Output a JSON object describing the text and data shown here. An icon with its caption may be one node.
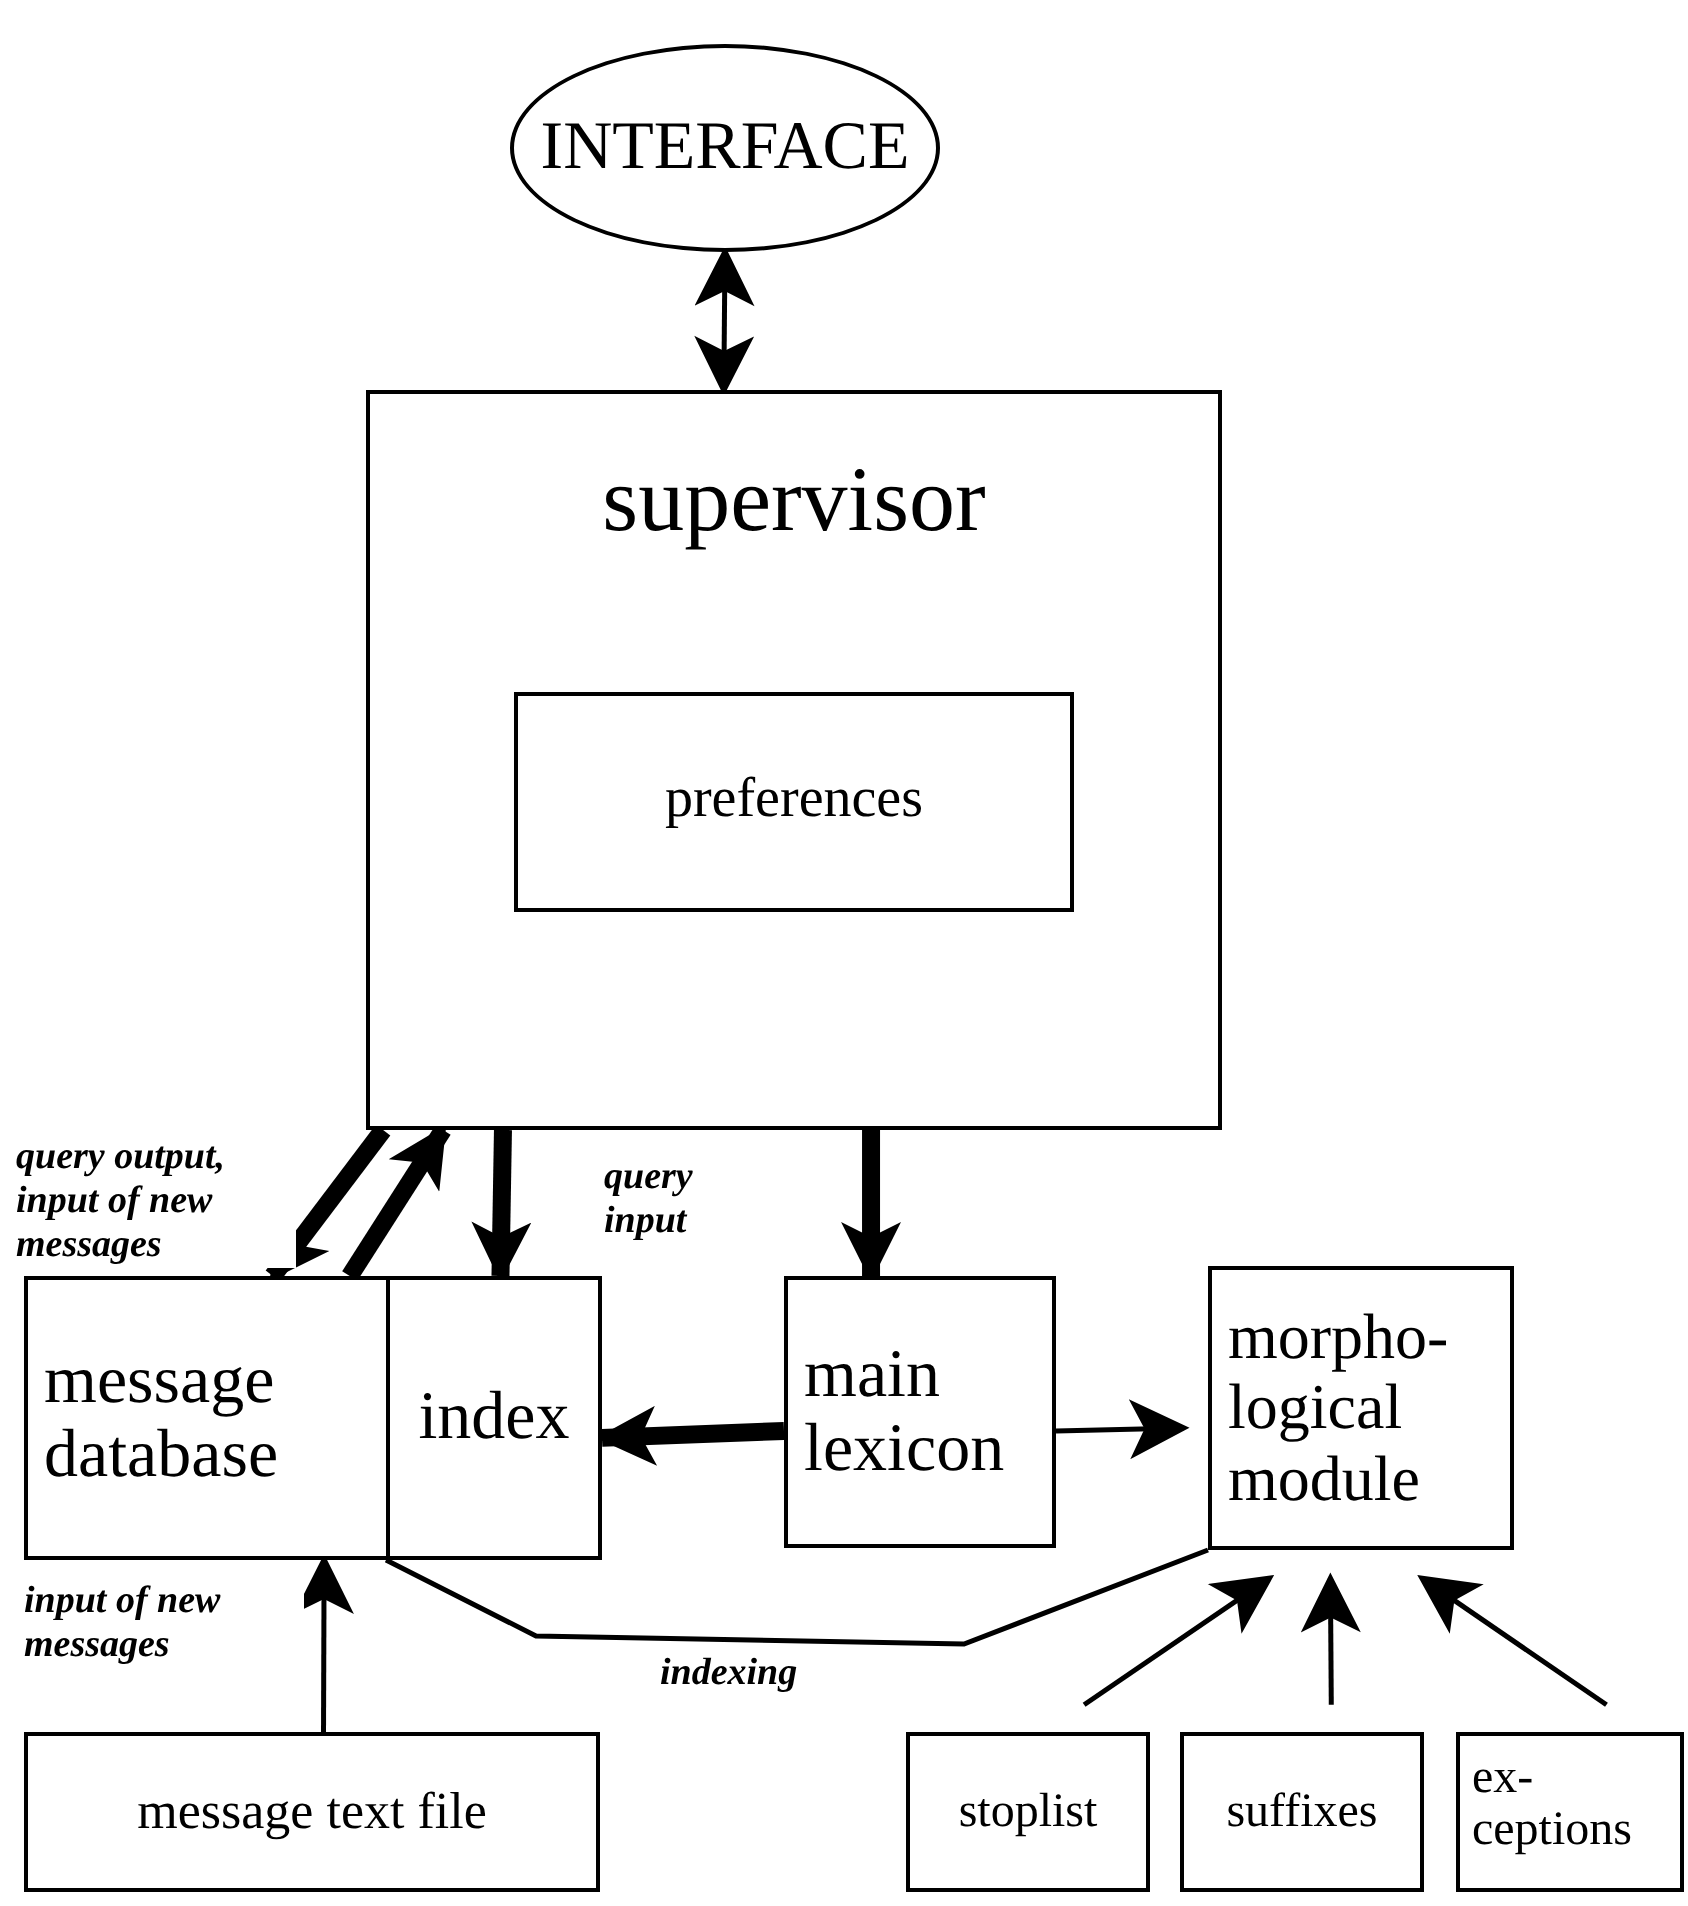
{
  "diagram": {
    "nodes": [
      {
        "text": [
          "INTERFACE"
        ]
      },
      {
        "text": [
          "supervisor"
        ]
      },
      {
        "text": [
          "preferences"
        ],
        "in": 1
      },
      {
        "text": [
          "message database"
        ]
      },
      {
        "text": [
          "index"
        ]
      },
      {
        "text": [
          "main lexicon"
        ]
      },
      {
        "text": [
          "morpho- logical module"
        ]
      },
      {
        "text": [
          "message text file"
        ]
      },
      {
        "text": [
          "stoplist"
        ]
      },
      {
        "text": [
          "suffixes"
        ]
      },
      {
        "text": [
          "ex- ceptions"
        ]
      }
    ],
    "edges": [
      {
        "from": 0,
        "to": 1,
        "arrow": "both"
      },
      {
        "from": 3,
        "to": 1,
        "arrow": "to",
        "style": "thick"
      },
      {
        "from": 1,
        "to": 3,
        "arrow": "to",
        "style": "thick",
        "label": "query output, input of new messages"
      },
      {
        "from": 1,
        "to": 4,
        "arrow": "to",
        "style": "thick"
      },
      {
        "from": 1,
        "to": 5,
        "arrow": "to",
        "style": "thick",
        "label": "query input"
      },
      {
        "from": 5,
        "to": 4,
        "arrow": "to",
        "style": "thick"
      },
      {
        "from": 5,
        "to": 6,
        "arrow": "to"
      },
      {
        "from": 4,
        "to": 6,
        "arrow": "none",
        "label": "indexing"
      },
      {
        "from": 7,
        "to": 3,
        "arrow": "to",
        "label": "input of new messages"
      },
      {
        "from": 8,
        "to": 6,
        "arrow": "to"
      },
      {
        "from": 9,
        "to": 6,
        "arrow": "to"
      },
      {
        "from": 10,
        "to": 6,
        "arrow": "to"
      }
    ]
  }
}
